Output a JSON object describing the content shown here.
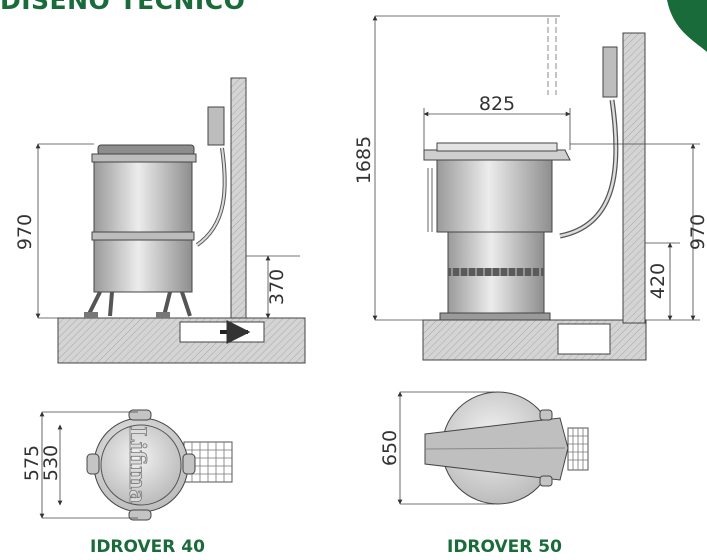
{
  "title": "DISEÑO TÉCNICO",
  "brand_logo": "Lifima",
  "colors": {
    "brand_green": "#1a6b3a",
    "line": "#333333",
    "metal_light": "#e4e4e4",
    "metal_dark": "#9a9a9a",
    "ground": "#cfcfcf"
  },
  "models": [
    {
      "name": "IDROVER 40",
      "side_dimensions": {
        "height": "970",
        "outlet_height": "370"
      },
      "top_dimensions": {
        "outer_diameter": "575",
        "inner_diameter": "530"
      }
    },
    {
      "name": "IDROVER 50",
      "side_dimensions": {
        "total_height": "1685",
        "lid_width": "825",
        "height": "970",
        "outlet_height": "420"
      },
      "top_dimensions": {
        "diameter": "650"
      }
    }
  ]
}
